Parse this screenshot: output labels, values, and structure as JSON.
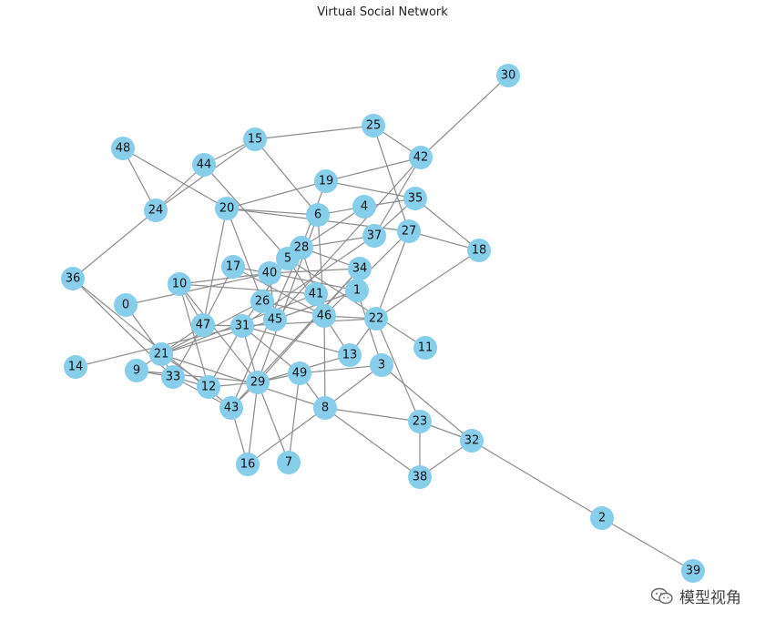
{
  "title": "Virtual Social Network",
  "node_color": "#87CEEB",
  "edge_color": "#8c8c8c",
  "watermark": "模型视角",
  "nodes": [
    "0",
    "1",
    "2",
    "3",
    "4",
    "5",
    "6",
    "7",
    "8",
    "9",
    "10",
    "11",
    "12",
    "13",
    "14",
    "15",
    "16",
    "17",
    "18",
    "19",
    "20",
    "21",
    "22",
    "23",
    "24",
    "25",
    "26",
    "27",
    "28",
    "29",
    "30",
    "31",
    "32",
    "33",
    "34",
    "35",
    "36",
    "37",
    "38",
    "39",
    "40",
    "41",
    "42",
    "43",
    "44",
    "45",
    "46",
    "47",
    "48",
    "49"
  ],
  "edges": [
    [
      "30",
      "42"
    ],
    [
      "42",
      "25"
    ],
    [
      "42",
      "19"
    ],
    [
      "42",
      "37"
    ],
    [
      "42",
      "45"
    ],
    [
      "25",
      "15"
    ],
    [
      "25",
      "27"
    ],
    [
      "15",
      "44"
    ],
    [
      "15",
      "6"
    ],
    [
      "15",
      "24"
    ],
    [
      "44",
      "24"
    ],
    [
      "44",
      "5"
    ],
    [
      "48",
      "24"
    ],
    [
      "48",
      "20"
    ],
    [
      "24",
      "36"
    ],
    [
      "36",
      "33"
    ],
    [
      "19",
      "20"
    ],
    [
      "19",
      "35"
    ],
    [
      "19",
      "28"
    ],
    [
      "20",
      "6"
    ],
    [
      "20",
      "27"
    ],
    [
      "20",
      "26"
    ],
    [
      "20",
      "47"
    ],
    [
      "6",
      "4"
    ],
    [
      "6",
      "46"
    ],
    [
      "6",
      "29"
    ],
    [
      "4",
      "35"
    ],
    [
      "4",
      "28"
    ],
    [
      "35",
      "18"
    ],
    [
      "35",
      "37"
    ],
    [
      "27",
      "18"
    ],
    [
      "27",
      "22"
    ],
    [
      "27",
      "46"
    ],
    [
      "37",
      "28"
    ],
    [
      "37",
      "31"
    ],
    [
      "18",
      "22"
    ],
    [
      "28",
      "41"
    ],
    [
      "28",
      "5"
    ],
    [
      "28",
      "43"
    ],
    [
      "5",
      "40"
    ],
    [
      "5",
      "46"
    ],
    [
      "5",
      "31"
    ],
    [
      "40",
      "0"
    ],
    [
      "40",
      "1"
    ],
    [
      "40",
      "10"
    ],
    [
      "40",
      "45"
    ],
    [
      "17",
      "40"
    ],
    [
      "17",
      "46"
    ],
    [
      "17",
      "47"
    ],
    [
      "34",
      "40"
    ],
    [
      "34",
      "1"
    ],
    [
      "34",
      "29"
    ],
    [
      "34",
      "28"
    ],
    [
      "41",
      "10"
    ],
    [
      "41",
      "21"
    ],
    [
      "41",
      "46"
    ],
    [
      "1",
      "45"
    ],
    [
      "1",
      "3"
    ],
    [
      "26",
      "46"
    ],
    [
      "26",
      "21"
    ],
    [
      "26",
      "45"
    ],
    [
      "46",
      "13"
    ],
    [
      "46",
      "8"
    ],
    [
      "46",
      "22"
    ],
    [
      "22",
      "13"
    ],
    [
      "22",
      "31"
    ],
    [
      "22",
      "23"
    ],
    [
      "11",
      "5"
    ],
    [
      "13",
      "29"
    ],
    [
      "13",
      "31"
    ],
    [
      "3",
      "49"
    ],
    [
      "3",
      "32"
    ],
    [
      "3",
      "8"
    ],
    [
      "10",
      "29"
    ],
    [
      "10",
      "12"
    ],
    [
      "10",
      "47"
    ],
    [
      "0",
      "21"
    ],
    [
      "47",
      "9"
    ],
    [
      "47",
      "31"
    ],
    [
      "47",
      "33"
    ],
    [
      "31",
      "49"
    ],
    [
      "31",
      "29"
    ],
    [
      "31",
      "14"
    ],
    [
      "31",
      "12"
    ],
    [
      "45",
      "21"
    ],
    [
      "21",
      "12"
    ],
    [
      "21",
      "33"
    ],
    [
      "21",
      "8"
    ],
    [
      "9",
      "33"
    ],
    [
      "9",
      "29"
    ],
    [
      "33",
      "12"
    ],
    [
      "33",
      "43"
    ],
    [
      "12",
      "29"
    ],
    [
      "29",
      "49"
    ],
    [
      "29",
      "43"
    ],
    [
      "29",
      "16"
    ],
    [
      "29",
      "7"
    ],
    [
      "49",
      "8"
    ],
    [
      "49",
      "7"
    ],
    [
      "43",
      "16"
    ],
    [
      "43",
      "34"
    ],
    [
      "8",
      "23"
    ],
    [
      "8",
      "38"
    ],
    [
      "8",
      "16"
    ],
    [
      "23",
      "38"
    ],
    [
      "23",
      "32"
    ],
    [
      "32",
      "38"
    ],
    [
      "32",
      "2"
    ],
    [
      "2",
      "39"
    ],
    [
      "36",
      "43"
    ]
  ]
}
